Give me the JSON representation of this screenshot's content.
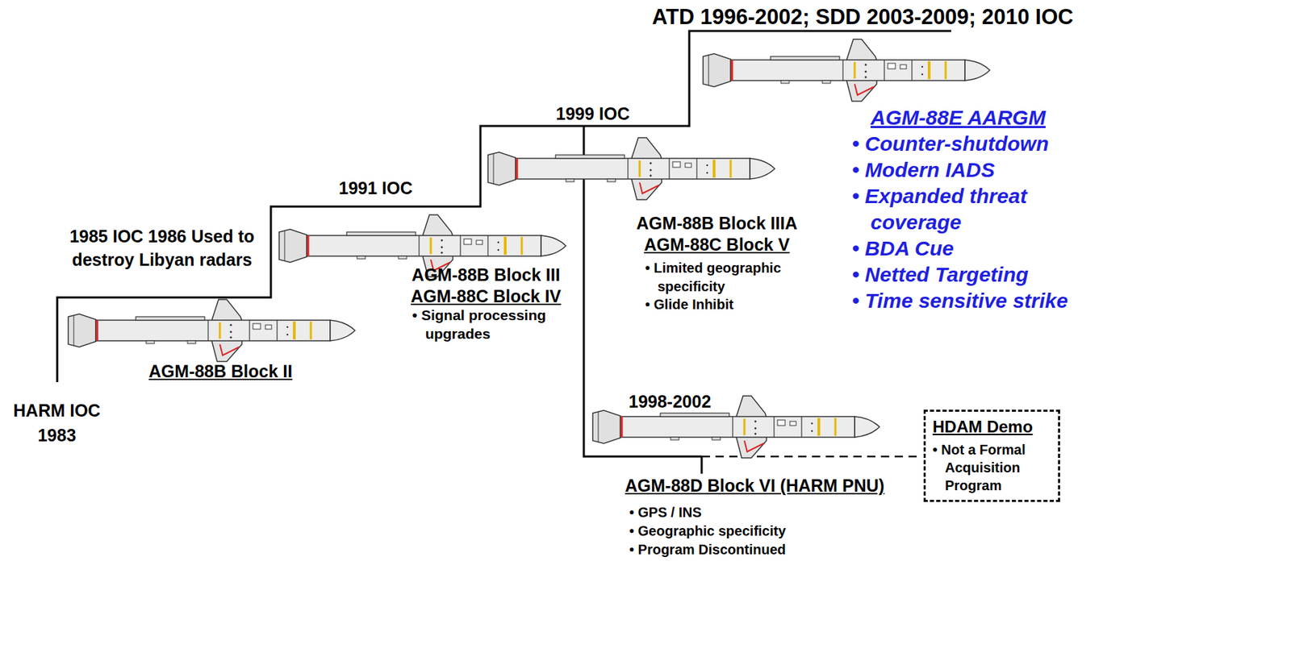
{
  "diagram": {
    "nodes": [
      {
        "text": [
          "HDAM Demo",
          "• Not a Formal Acquisition Program"
        ]
      }
    ],
    "labels": [
      "ATD 1996-2002; SDD 2003-2009; 2010 IOC",
      "1999 IOC",
      "AGM-88E AARGM",
      "• Counter-shutdown",
      "• Modern IADS",
      "• Expanded threat coverage",
      "• BDA Cue",
      "• Netted Targeting",
      "• Time sensitive strike",
      "1991 IOC",
      "1985 IOC 1986 Used to destroy Libyan radars",
      "AGM-88B Block II",
      "HARM IOC 1983",
      "AGM-88B Block III",
      "AGM-88C Block IV",
      "• Signal processing upgrades",
      "AGM-88B Block IIIA",
      "AGM-88C Block V",
      "• Limited geographic specificity",
      "• Glide Inhibit",
      "1998-2002",
      "AGM-88D Block VI (HARM PNU)",
      "• GPS / INS",
      "• Geographic specificity",
      "• Program Discontinued"
    ]
  }
}
